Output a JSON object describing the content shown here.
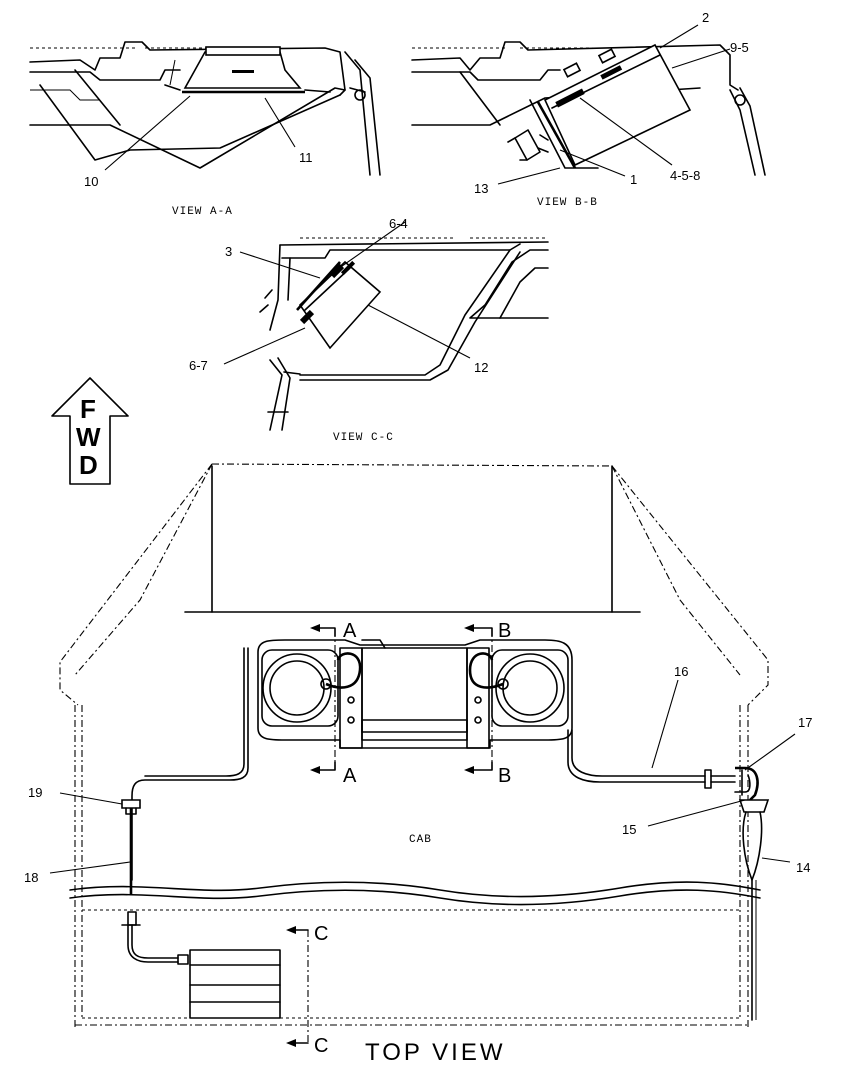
{
  "views": {
    "view_a": "VIEW A-A",
    "view_b": "VIEW B-B",
    "view_c": "VIEW C-C",
    "top_view": "TOP VIEW",
    "cab": "CAB"
  },
  "direction": {
    "letters": [
      "F",
      "W",
      "D"
    ]
  },
  "section_markers": {
    "a": "A",
    "b": "B",
    "c": "C"
  },
  "callouts": [
    "2",
    "9-5",
    "4-5-8",
    "1",
    "13",
    "10",
    "11",
    "6-4",
    "3",
    "12",
    "6-7",
    "16",
    "17",
    "15",
    "14",
    "19",
    "18"
  ]
}
